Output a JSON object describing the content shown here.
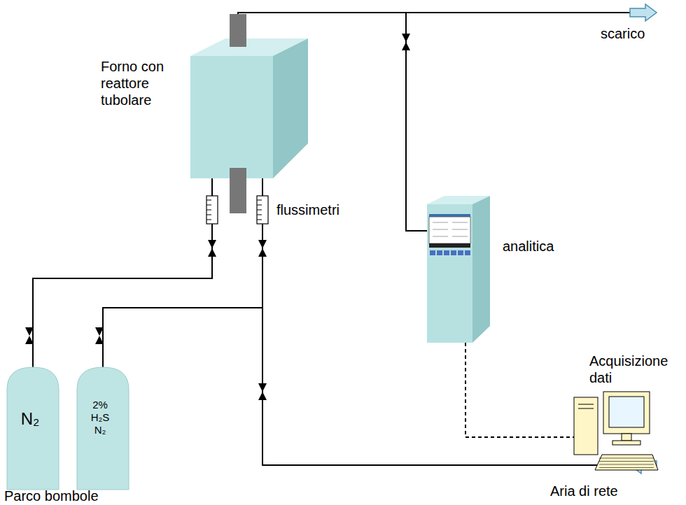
{
  "diagram": {
    "nodes": [
      {
        "text": [
          "N₂"
        ]
      },
      {
        "text": [
          "2% H₂S N₂"
        ]
      },
      {
        "text": [
          "Forno con reattore tubolare"
        ]
      },
      {
        "text": [
          "analitica"
        ]
      },
      {
        "text": [
          "Acquisizione dati"
        ]
      }
    ],
    "edges": [
      {
        "from": 0,
        "to": 2,
        "arrow": "none"
      },
      {
        "from": 1,
        "to": 2,
        "arrow": "none"
      },
      {
        "from": 2,
        "to": 3,
        "arrow": "none"
      },
      {
        "from": 3,
        "to": 4,
        "arrow": "none"
      }
    ],
    "labels": [
      "flussimetri",
      "scarico",
      "Parco bombole",
      "Aria di rete"
    ]
  }
}
